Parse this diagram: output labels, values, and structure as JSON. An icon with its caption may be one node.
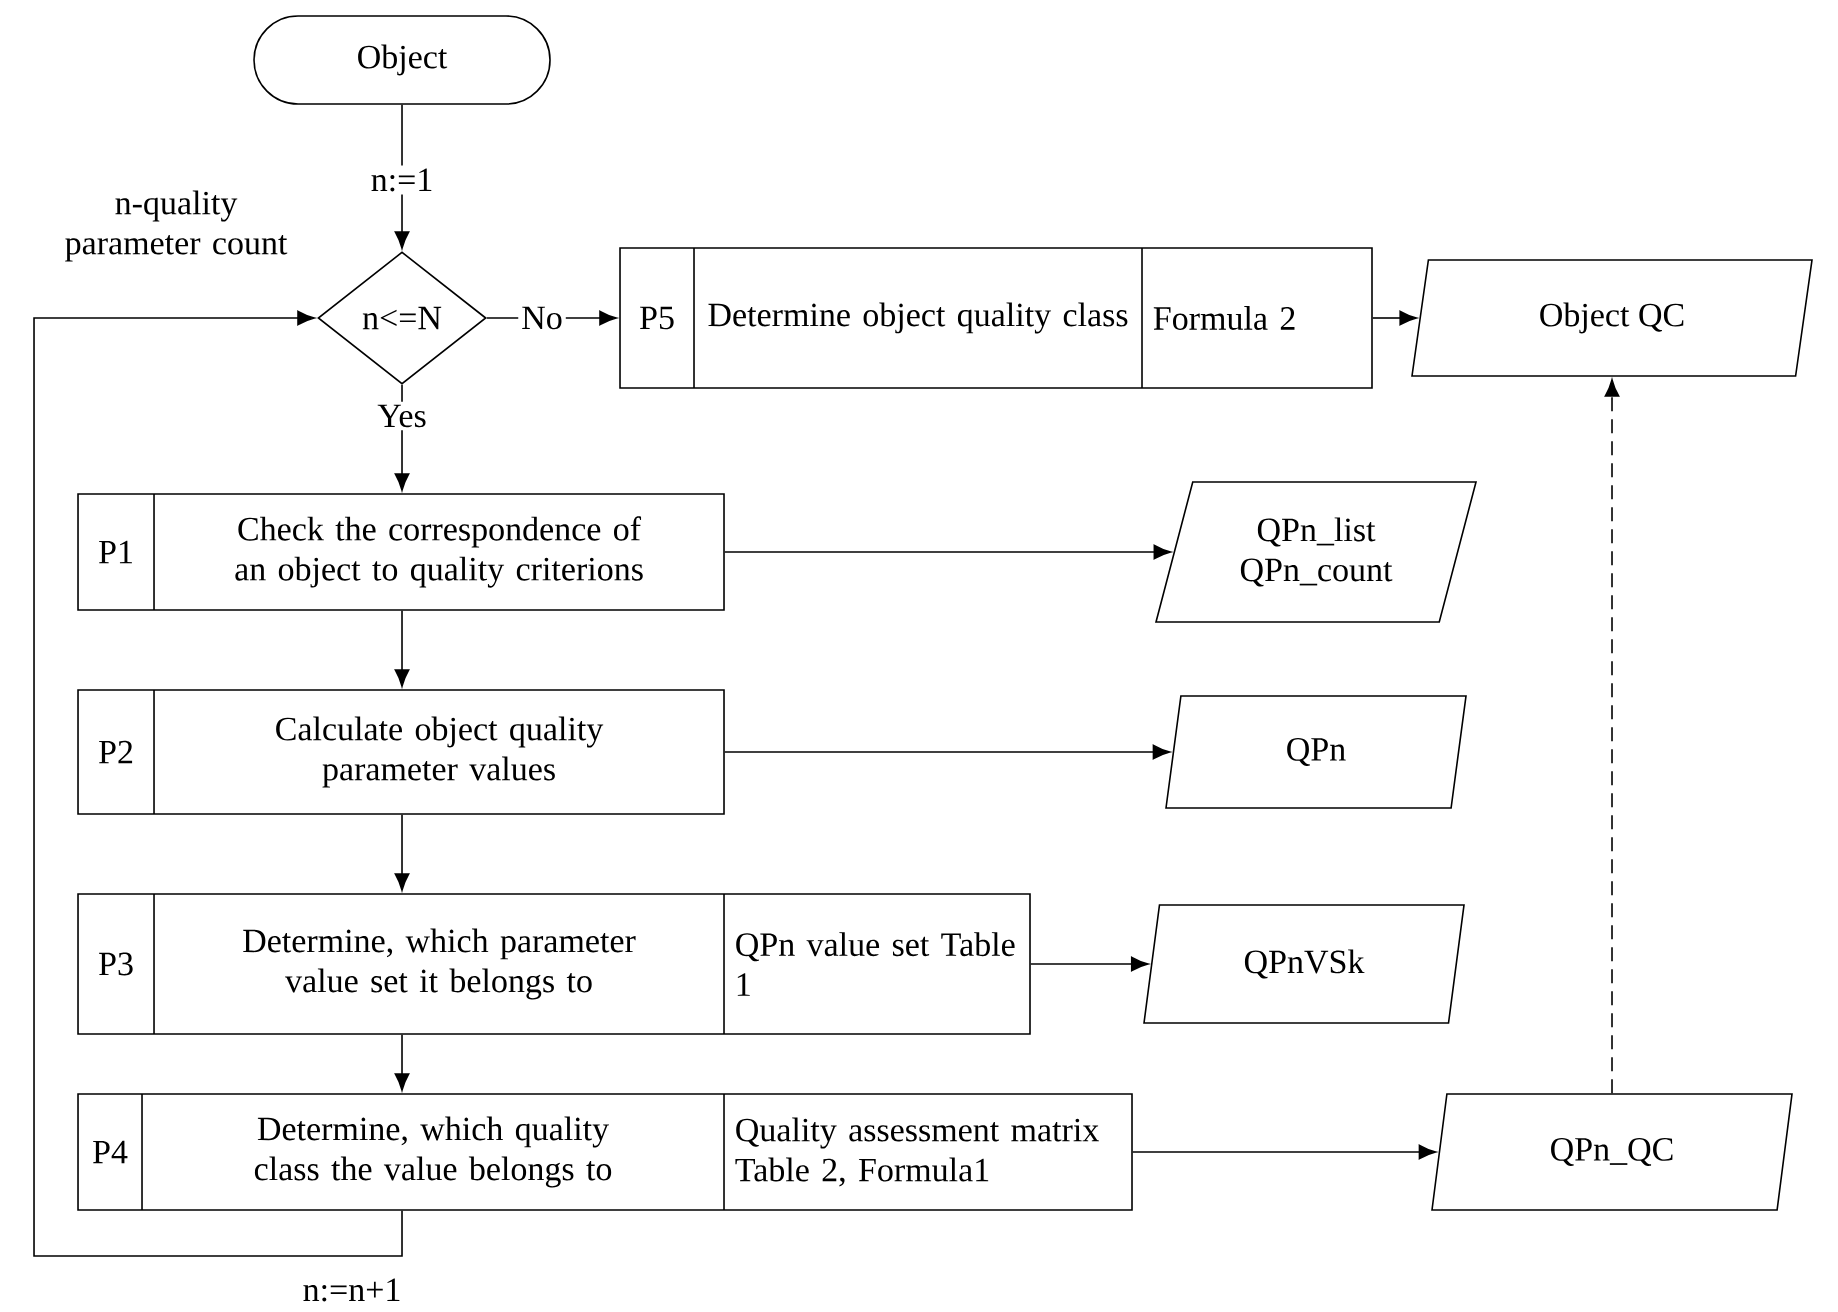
{
  "diagram": {
    "nodes": [
      {
        "text": [
          "Object"
        ]
      },
      {
        "text": [
          "n<=N"
        ]
      },
      {
        "text": [
          "P5",
          "Determine object quality class",
          "Formula 2"
        ]
      },
      {
        "text": [
          "Object QC"
        ]
      },
      {
        "text": [
          "P1",
          "Check the correspondence of an object to quality criterions"
        ]
      },
      {
        "text": [
          "QPn_list",
          "QPn_count"
        ]
      },
      {
        "text": [
          "P2",
          "Calculate object quality parameter values"
        ]
      },
      {
        "text": [
          "QPn"
        ]
      },
      {
        "text": [
          "P3",
          "Determine, which parameter value set it belongs to",
          "QPn value set Table 1"
        ]
      },
      {
        "text": [
          "QPnVSk"
        ]
      },
      {
        "text": [
          "P4",
          "Determine, which quality class the value belongs to",
          "Quality assessment matrix Table 2, Formula1"
        ]
      },
      {
        "text": [
          "QPn_QC"
        ]
      }
    ],
    "edges": [
      {
        "from": 0,
        "to": 1,
        "arrow": "to",
        "label": "n:=1"
      },
      {
        "from": 1,
        "to": 2,
        "arrow": "to",
        "label": "No"
      },
      {
        "from": 1,
        "to": 4,
        "arrow": "to",
        "label": "Yes"
      },
      {
        "from": 2,
        "to": 3,
        "arrow": "to"
      },
      {
        "from": 4,
        "to": 5,
        "arrow": "to"
      },
      {
        "from": 4,
        "to": 6,
        "arrow": "to"
      },
      {
        "from": 6,
        "to": 7,
        "arrow": "to"
      },
      {
        "from": 6,
        "to": 8,
        "arrow": "to"
      },
      {
        "from": 8,
        "to": 9,
        "arrow": "to"
      },
      {
        "from": 8,
        "to": 10,
        "arrow": "to"
      },
      {
        "from": 10,
        "to": 11,
        "arrow": "to"
      },
      {
        "from": 11,
        "to": 3,
        "arrow": "to",
        "style": "dashed"
      },
      {
        "from": 10,
        "to": 1,
        "arrow": "to",
        "label": "n:=n+1"
      }
    ],
    "labels": [
      "n-quality parameter count"
    ]
  }
}
